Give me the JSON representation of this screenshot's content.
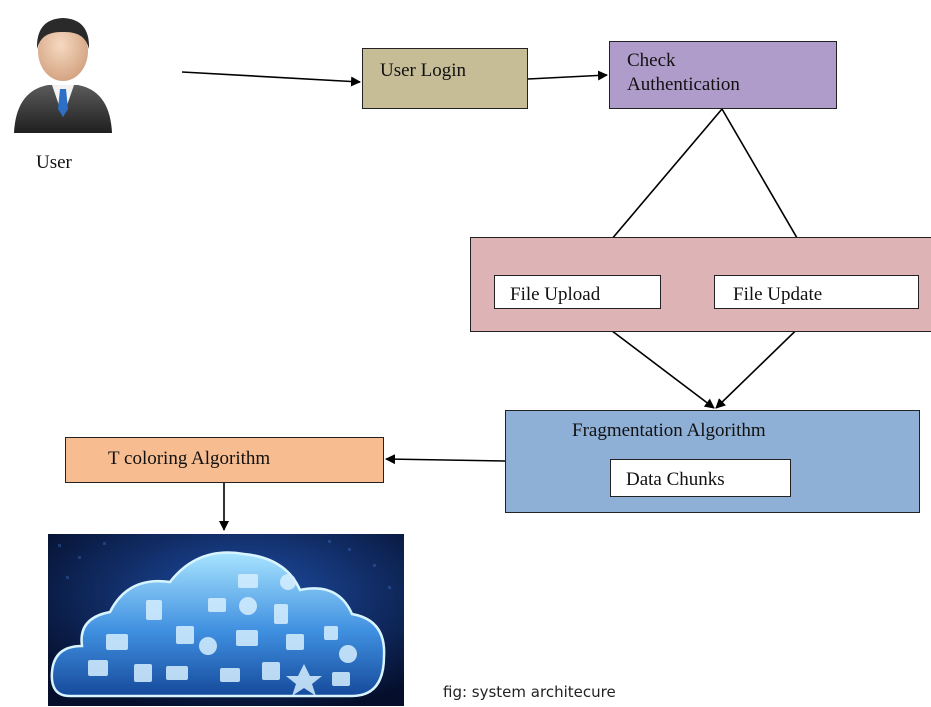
{
  "user": {
    "label": "User"
  },
  "nodes": {
    "login": "User Login",
    "auth": "Check\nAuthentication",
    "upload": "File Upload",
    "update": "File Update",
    "fragmentation": "Fragmentation Algorithm",
    "chunks": "Data Chunks",
    "tcoloring": "T coloring Algorithm"
  },
  "caption": "fig: system architecure",
  "colors": {
    "login": "#c6bd97",
    "auth": "#b09ccb",
    "file_group": "#ddb3b6",
    "fragmentation": "#8fb0d6",
    "tcoloring": "#f7bd91",
    "cloud_bg": "#081a44"
  },
  "icons": [
    "user-avatar-icon",
    "cloud-apps-image"
  ]
}
